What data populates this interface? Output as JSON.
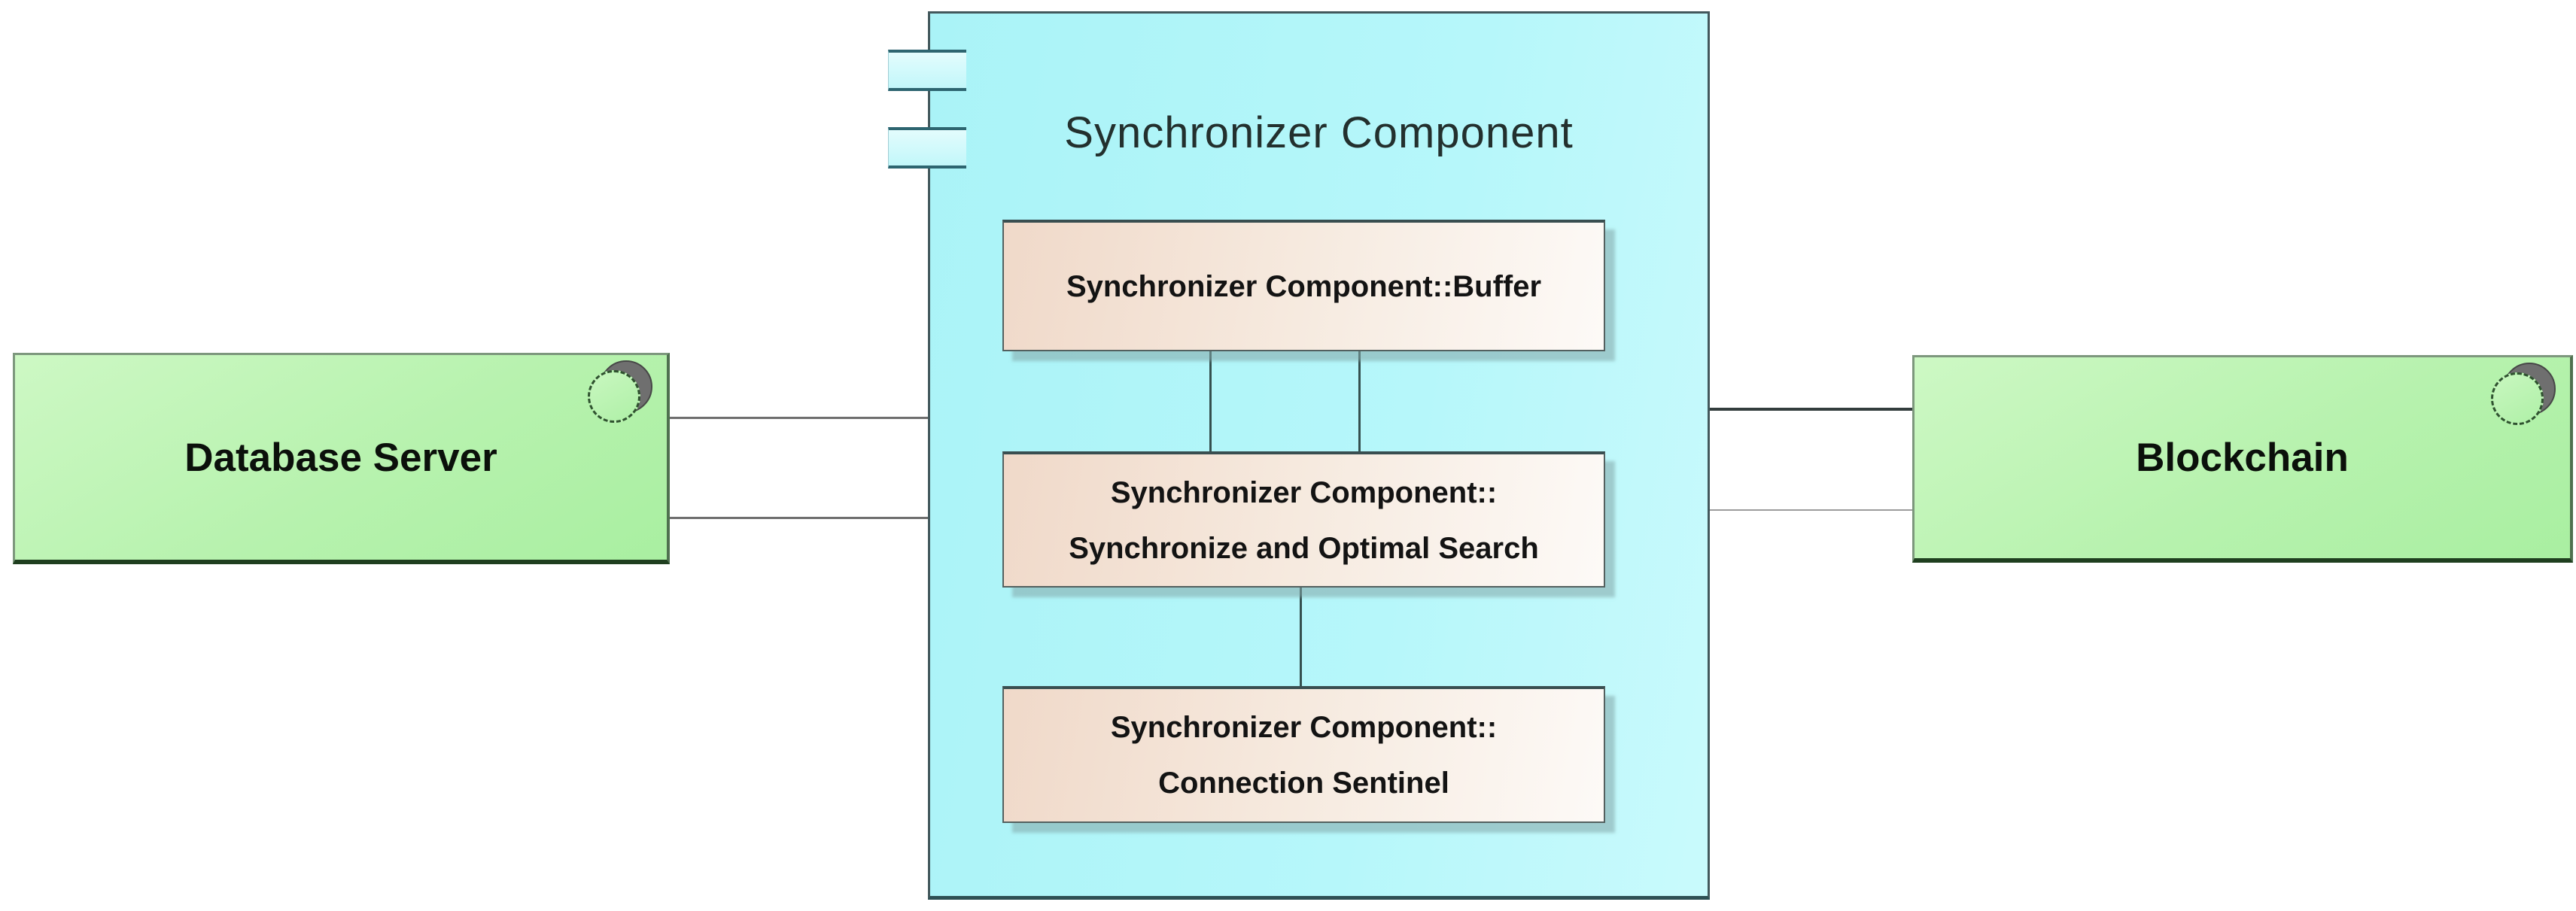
{
  "diagram_type": "UML component diagram",
  "nodes": {
    "database_server": {
      "label": "Database Server",
      "icon": "interface-circle-icon"
    },
    "synchronizer": {
      "label": "Synchronizer Component",
      "icon": "component-tabs-icon",
      "parts": {
        "buffer": {
          "line1": "Synchronizer Component::Buffer"
        },
        "search": {
          "line1": "Synchronizer Component::",
          "line2": "Synchronize and Optimal Search"
        },
        "sentinel": {
          "line1": "Synchronizer Component::",
          "line2": "Connection Sentinel"
        }
      }
    },
    "blockchain": {
      "label": "Blockchain",
      "icon": "interface-circle-icon"
    }
  },
  "connections": [
    {
      "from": "Database Server",
      "to": "Synchronizer Component",
      "style": "two parallel horizontal lines"
    },
    {
      "from": "Synchronizer Component",
      "to": "Blockchain",
      "style": "two parallel horizontal lines"
    },
    {
      "from": "Synchronizer Component::Buffer",
      "to": "Synchronizer Component::Synchronize and Optimal Search",
      "style": "two parallel vertical lines"
    },
    {
      "from": "Synchronizer Component::Synchronize and Optimal Search",
      "to": "Synchronizer Component::Connection Sentinel",
      "style": "vertical line"
    }
  ],
  "colors": {
    "node_green_fill": "#b7f2ae",
    "node_green_fill_light": "#cdf8c4",
    "node_green_border_dark": "#1f3f1f",
    "node_cyan_fill": "#b6f7fa",
    "node_cyan_border": "#42585c",
    "tab_fill": "#d4fafc",
    "tab_border": "#2d6570",
    "part_fill_left": "#f0d9c9",
    "part_fill_right": "#fdfaf7",
    "part_border": "#53605f",
    "part_shadow": "#9fc5c8",
    "connector_gray": "#6e6e6e",
    "connector_dark": "#333d3d",
    "connector_light": "#9b9b9b",
    "interface_shadow_gray": "#6f6f6f",
    "text_dark": "#131313",
    "background": "#ffffff"
  }
}
